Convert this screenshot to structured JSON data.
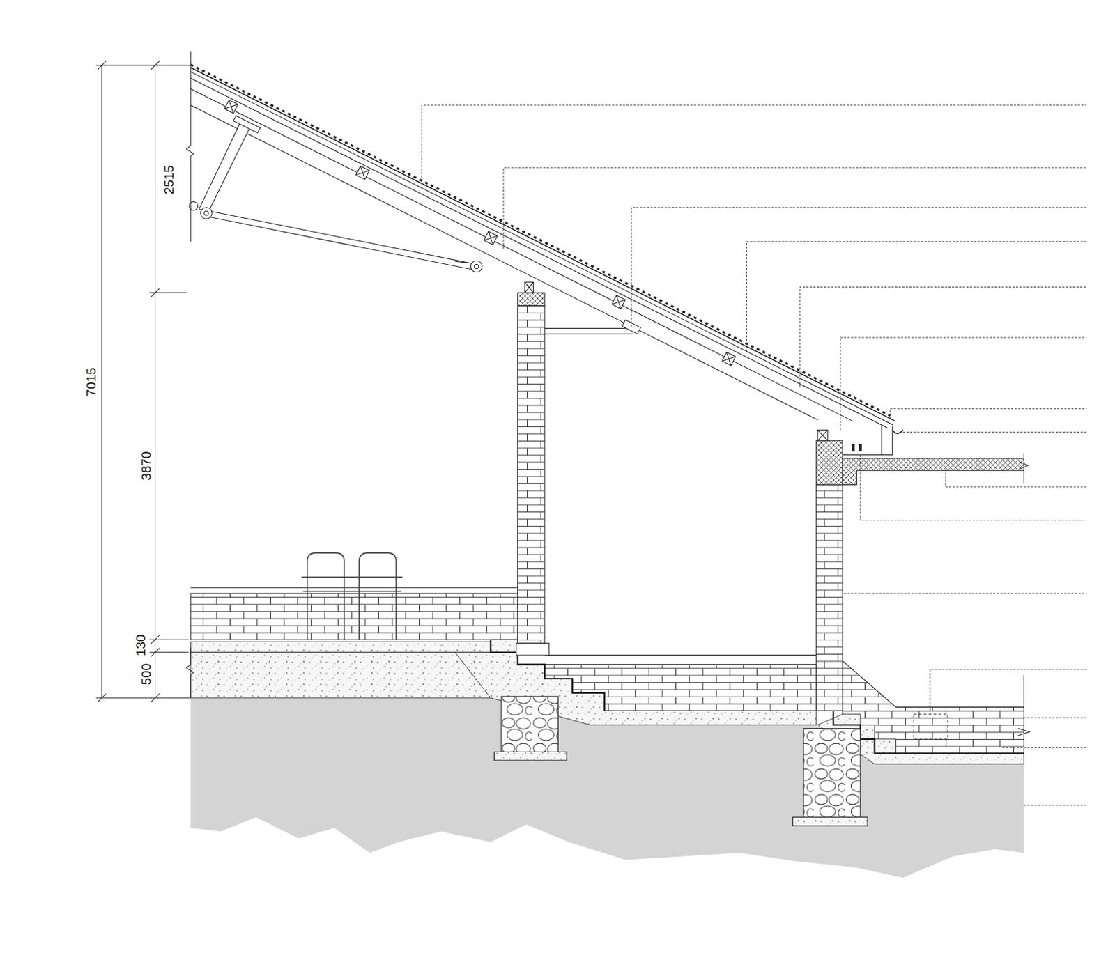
{
  "diagram": {
    "labels": [
      "7015",
      "2515",
      "3870",
      "130",
      "500"
    ]
  }
}
